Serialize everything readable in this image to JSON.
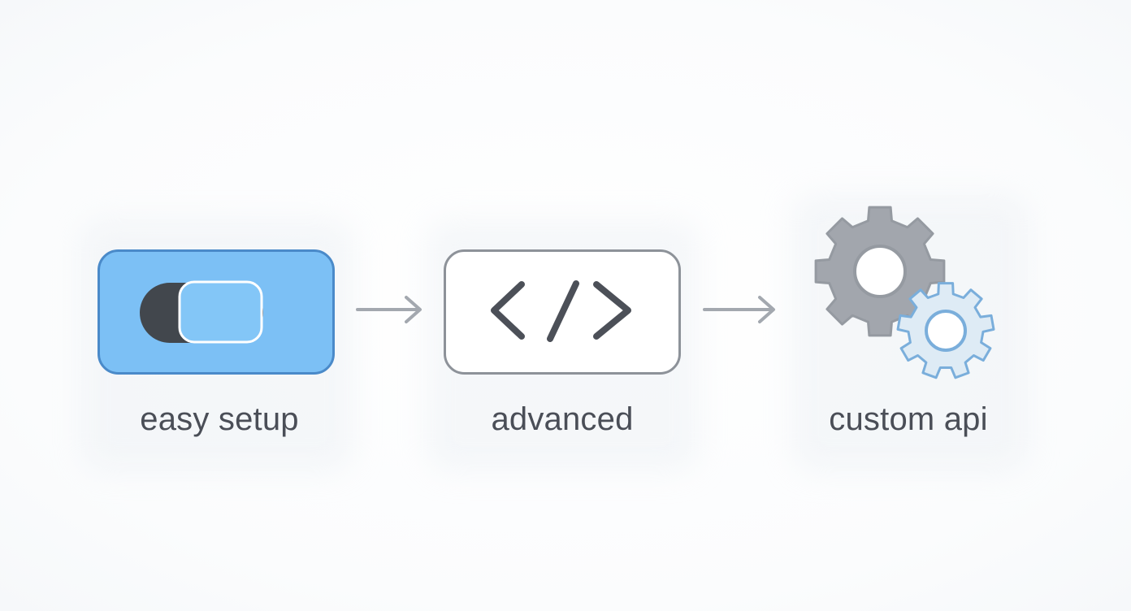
{
  "steps": [
    {
      "label": "easy setup",
      "icon": "toggle-switch-icon"
    },
    {
      "label": "advanced",
      "icon": "code-brackets-icon"
    },
    {
      "label": "custom api",
      "icon": "gears-icon"
    }
  ],
  "colors": {
    "toggle_fill": "#7cc0f5",
    "toggle_border": "#4a8ac9",
    "toggle_knob": "#42474d",
    "code_border": "#8d9299",
    "code_glyph": "#4c5058",
    "arrow": "#a3a8af",
    "gear_large": "#a2a6ad",
    "gear_small": "#deebf5",
    "gear_small_border": "#7aaedb",
    "label_text": "#4a4e57"
  }
}
